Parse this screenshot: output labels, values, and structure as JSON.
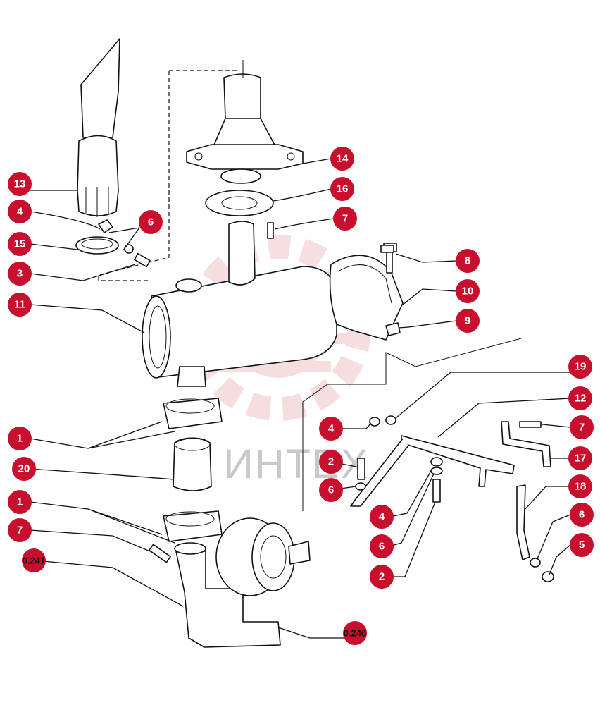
{
  "watermark": {
    "text": "ИНТЕХ"
  },
  "callouts": [
    {
      "id": "c13",
      "label": "13"
    },
    {
      "id": "c4a",
      "label": "4"
    },
    {
      "id": "c15",
      "label": "15"
    },
    {
      "id": "c3",
      "label": "3"
    },
    {
      "id": "c6a",
      "label": "6"
    },
    {
      "id": "c11",
      "label": "11"
    },
    {
      "id": "c14",
      "label": "14"
    },
    {
      "id": "c16",
      "label": "16"
    },
    {
      "id": "c7a",
      "label": "7"
    },
    {
      "id": "c8",
      "label": "8"
    },
    {
      "id": "c10",
      "label": "10"
    },
    {
      "id": "c9",
      "label": "9"
    },
    {
      "id": "c19",
      "label": "19"
    },
    {
      "id": "c12",
      "label": "12"
    },
    {
      "id": "c7b",
      "label": "7"
    },
    {
      "id": "c17",
      "label": "17"
    },
    {
      "id": "c18",
      "label": "18"
    },
    {
      "id": "c6b",
      "label": "6"
    },
    {
      "id": "c5",
      "label": "5"
    },
    {
      "id": "c1a",
      "label": "1"
    },
    {
      "id": "c20",
      "label": "20"
    },
    {
      "id": "c1b",
      "label": "1"
    },
    {
      "id": "c7c",
      "label": "7"
    },
    {
      "id": "c4b",
      "label": "4"
    },
    {
      "id": "c2a",
      "label": "2"
    },
    {
      "id": "c6c",
      "label": "6"
    },
    {
      "id": "c4c",
      "label": "4"
    },
    {
      "id": "c6d",
      "label": "6"
    },
    {
      "id": "c2b",
      "label": "2"
    }
  ],
  "references": [
    {
      "id": "r241",
      "label": "0.241"
    },
    {
      "id": "r240",
      "label": "0.240"
    }
  ],
  "colors": {
    "callout": "#c8102e",
    "line": "#111111",
    "watermark": "#e8a0a6"
  }
}
